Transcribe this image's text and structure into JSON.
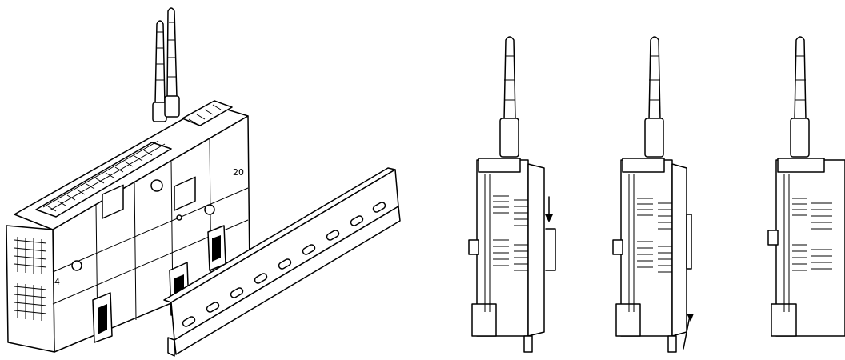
{
  "figure": {
    "panels": [
      {
        "id": "perspective",
        "label": ""
      },
      {
        "id": "step-1",
        "label": ""
      },
      {
        "id": "step-2",
        "label": ""
      },
      {
        "id": "step-3",
        "label": ""
      }
    ],
    "markings": {
      "mark_20": "20",
      "mark_4": "4"
    }
  },
  "colors": {
    "ink": "#000000",
    "paper": "#ffffff"
  }
}
